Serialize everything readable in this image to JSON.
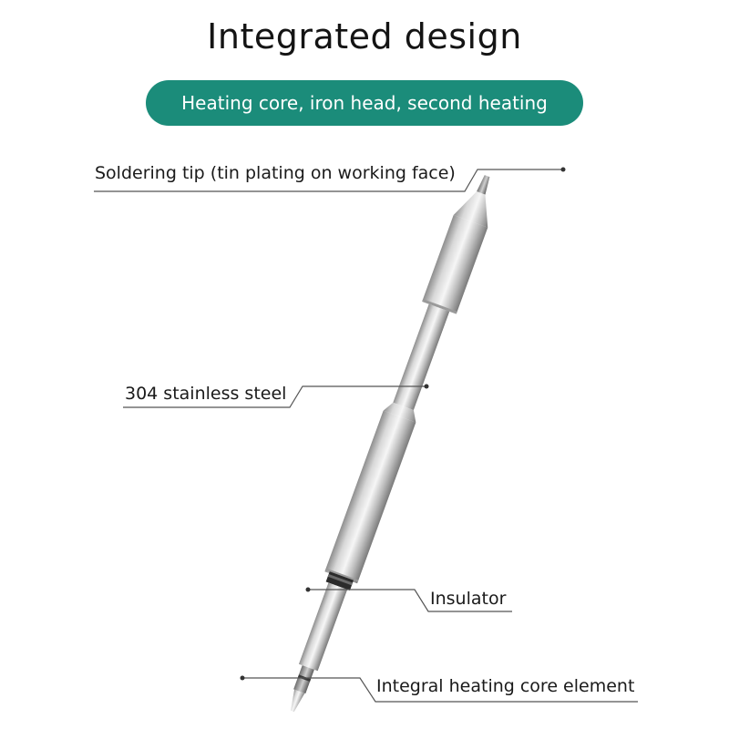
{
  "header": {
    "title": "Integrated design",
    "subtitle": "Heating core, iron head, second heating"
  },
  "callouts": {
    "tip": "Soldering tip (tin plating on working face)",
    "steel": "304 stainless steel",
    "insulator": "Insulator",
    "core": "Integral heating core element"
  },
  "colors": {
    "accent": "#1b8c7a",
    "metal": "#c6c6c6"
  }
}
